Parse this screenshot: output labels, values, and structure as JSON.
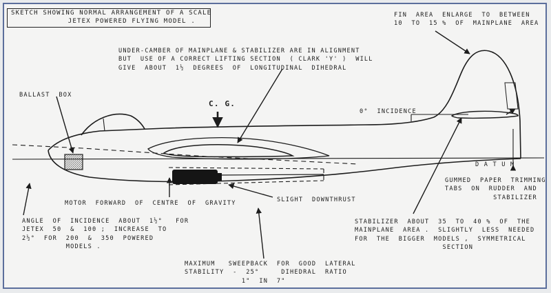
{
  "title": "SKETCH SHOWING NORMAL ARRANGEMENT OF A SCALE\n         JETEX POWERED FLYING MODEL .",
  "annotations": {
    "fin_area": "FIN  AREA  ENLARGE  TO  BETWEEN\n10  TO  15 %  OF  MAINPLANE  AREA",
    "under_camber": "UNDER-CAMBER OF MAINPLANE & STABILIZER ARE IN ALIGNMENT\nBUT  USE OF A CORRECT LIFTING SECTION  ( CLARK 'Y' )  WILL\nGIVE  ABOUT  1½  DEGREES  OF  LONGITUDINAL  DIHEDRAL",
    "ballast_box": "BALLAST  BOX",
    "cg": "C. G.",
    "zero_incidence": "0°  INCIDENCE",
    "datum": "D A T U M",
    "gummed_paper": "GUMMED  PAPER  TRIMMING\nTABS  ON  RUDDER  AND\n           STABILIZER",
    "motor_forward": "MOTOR  FORWARD  OF  CENTRE  OF  GRAVITY",
    "slight_downthrust": "SLIGHT  DOWNTHRUST",
    "angle_of_incidence": "ANGLE  OF  INCIDENCE  ABOUT  1½°   FOR\nJETEX  50  &  100 ;  INCREASE  TO\n2½°  FOR  200  &  350  POWERED\n          MODELS .",
    "stabilizer_area": "STABILIZER  ABOUT  35  TO  40 %  OF  THE\nMAINPLANE  AREA .  SLIGHTLY  LESS  NEEDED\nFOR  THE  BIGGER  MODELS ,  SYMMETRICAL\n                    SECTION",
    "sweepback": "MAXIMUM   SWEEPBACK  FOR  GOOD  LATERAL\nSTABILITY  -  25°     DIHEDRAL  RATIO\n             1\"  IN  7\""
  },
  "colors": {
    "frame": "#5b6e9c",
    "ink": "#1c1c1c",
    "paper": "#f4f4f3"
  }
}
